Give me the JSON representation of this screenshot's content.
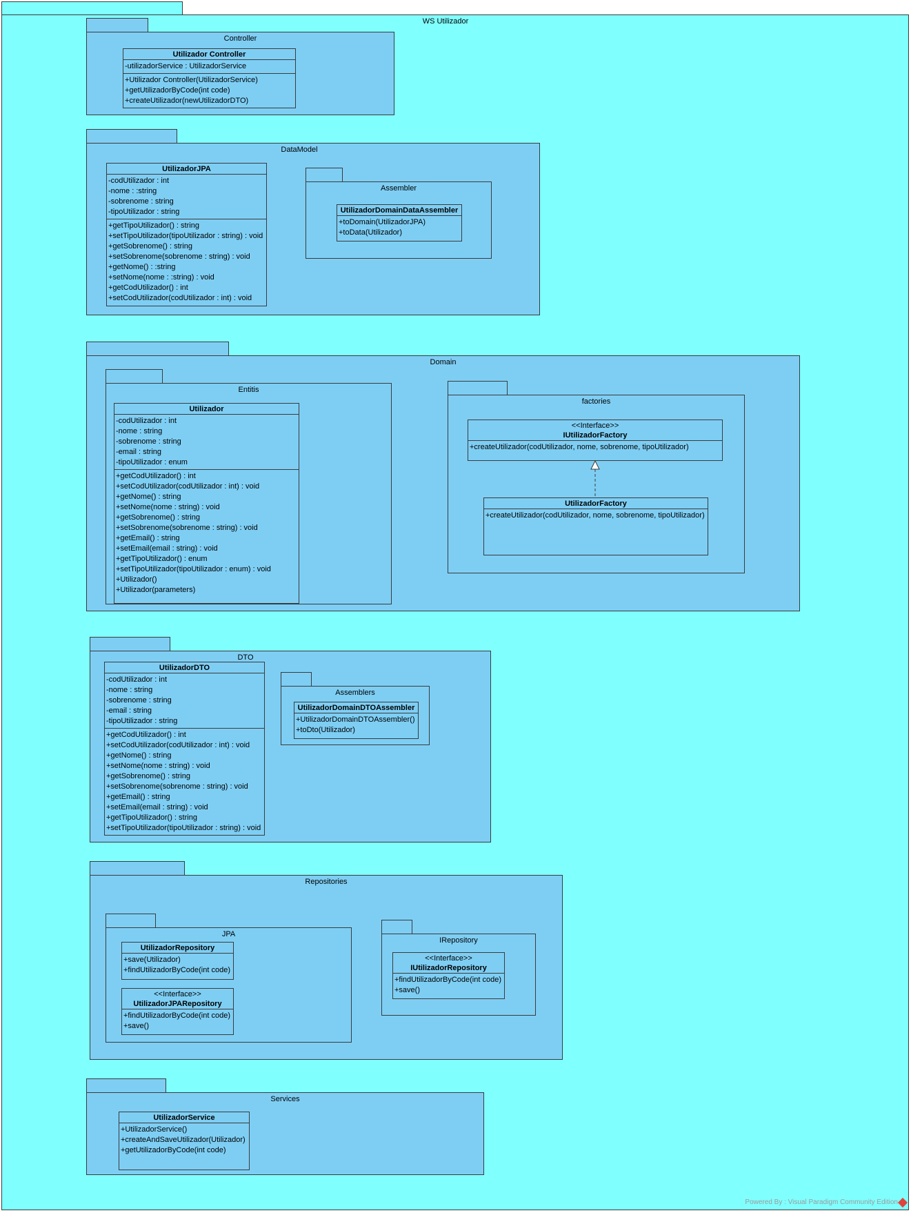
{
  "root": {
    "title": "WS Utilizador",
    "bg": "#80ffff"
  },
  "colors": {
    "package": "#7ecef4",
    "border": "#3a3a3a"
  },
  "packages": {
    "controller": "Controller",
    "datamodel": "DataModel",
    "assembler": "Assembler",
    "domain": "Domain",
    "entitis": "Entitis",
    "factories": "factories",
    "dto": "DTO",
    "assemblers": "Assemblers",
    "repositories": "Repositories",
    "jpa": "JPA",
    "irepository": "IRepository",
    "services": "Services"
  },
  "classes": {
    "utilizador_controller": {
      "name": "Utilizador Controller",
      "attributes": [
        "-utilizadorService : UtilizadorService"
      ],
      "operations": [
        "+Utilizador Controller(UtilizadorService)",
        "+getUtilizadorByCode(int code)",
        "+createUtilizador(newUtilizadorDTO)"
      ]
    },
    "utilizador_jpa": {
      "name": "UtilizadorJPA",
      "attributes": [
        "-codUtilizador : int",
        "-nome : :string",
        "-sobrenome : string",
        "-tipoUtilizador : string"
      ],
      "operations": [
        "+getTipoUtilizador() : string",
        "+setTipoUtilizador(tipoUtilizador : string) : void",
        "+getSobrenome() : string",
        "+setSobrenome(sobrenome : string) : void",
        "+getNome() : :string",
        "+setNome(nome : :string) : void",
        "+getCodUtilizador() : int",
        "+setCodUtilizador(codUtilizador : int) : void"
      ]
    },
    "domain_data_assembler": {
      "name": "UtilizadorDomainDataAssembler",
      "operations": [
        "+toDomain(UtilizadorJPA)",
        "+toData(Utilizador)"
      ]
    },
    "utilizador": {
      "name": "Utilizador",
      "attributes": [
        "-codUtilizador : int",
        "-nome : string",
        "-sobrenome : string",
        "-email : string",
        "-tipoUtilizador : enum"
      ],
      "operations": [
        "+getCodUtilizador() : int",
        "+setCodUtilizador(codUtilizador : int) : void",
        "+getNome() : string",
        "+setNome(nome : string) : void",
        "+getSobrenome() : string",
        "+setSobrenome(sobrenome : string) : void",
        "+getEmail() : string",
        "+setEmail(email : string) : void",
        "+getTipoUtilizador() : enum",
        "+setTipoUtilizador(tipoUtilizador : enum) : void",
        "+Utilizador()",
        "+Utilizador(parameters)"
      ]
    },
    "iutilizador_factory": {
      "stereotype": "<<Interface>>",
      "name": "IUtilizadorFactory",
      "operations": [
        "+createUtilizador(codUtilizador, nome, sobrenome, tipoUtilizador)"
      ]
    },
    "utilizador_factory": {
      "name": "UtilizadorFactory",
      "operations": [
        "+createUtilizador(codUtilizador, nome, sobrenome, tipoUtilizador)"
      ]
    },
    "utilizador_dto": {
      "name": "UtilizadorDTO",
      "attributes": [
        "-codUtilizador : int",
        "-nome : string",
        "-sobrenome : string",
        "-email : string",
        "-tipoUtilizador : string"
      ],
      "operations": [
        "+getCodUtilizador() : int",
        "+setCodUtilizador(codUtilizador : int) : void",
        "+getNome() : string",
        "+setNome(nome : string) : void",
        "+getSobrenome() : string",
        "+setSobrenome(sobrenome : string) : void",
        "+getEmail() : string",
        "+setEmail(email : string) : void",
        "+getTipoUtilizador() : string",
        "+setTipoUtilizador(tipoUtilizador : string) : void"
      ]
    },
    "domain_dto_assembler": {
      "name": "UtilizadorDomainDTOAssembler",
      "operations": [
        "+UtilizadorDomainDTOAssembler()",
        "+toDto(Utilizador)"
      ]
    },
    "utilizador_repository": {
      "name": "UtilizadorRepository",
      "operations": [
        "+save(Utilizador)",
        "+findUtilizadorByCode(int code)"
      ]
    },
    "utilizador_jpa_repository": {
      "stereotype": "<<Interface>>",
      "name": "UtilizadorJPARepository",
      "operations": [
        "+findUtilizadorByCode(int code)",
        "+save()"
      ]
    },
    "iutilizador_repository": {
      "stereotype": "<<Interface>>",
      "name": "IUtilizadorRepository",
      "operations": [
        "+findUtilizadorByCode(int code)",
        "+save()"
      ]
    },
    "utilizador_service": {
      "name": "UtilizadorService",
      "operations": [
        "+UtilizadorService()",
        "+createAndSaveUtilizador(Utilizador)",
        "+getUtilizadorByCode(int code)"
      ]
    }
  },
  "footer": "Powered By : Visual Paradigm Community Edition"
}
